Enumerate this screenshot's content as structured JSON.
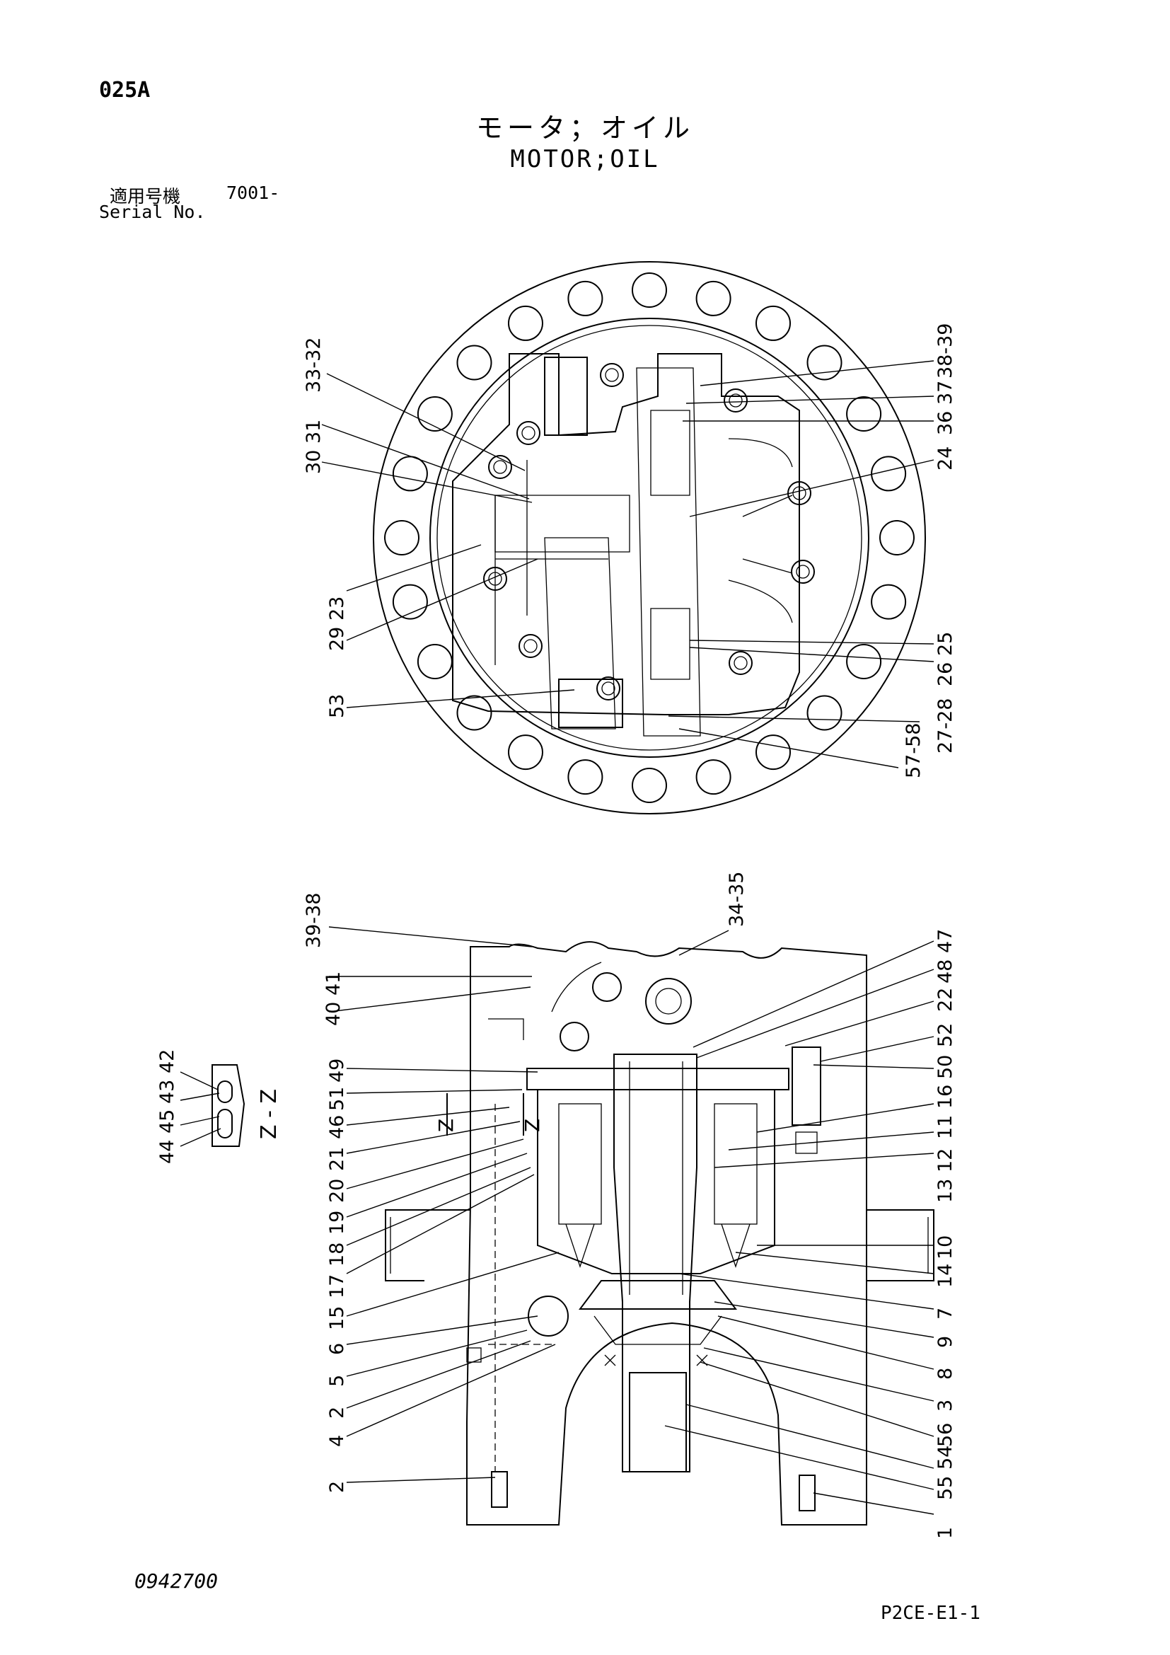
{
  "header": {
    "page_code": "025A",
    "title_ja": "モータ；オイル",
    "title_en": "MOTOR;OIL",
    "serial_label_ja": "適用号機",
    "serial_value": "7001-",
    "serial_label_en": "Serial No."
  },
  "footer": {
    "doc_number": "0942700",
    "ref_code": "P2CE-E1-1"
  },
  "section_view": {
    "label": "Z - Z",
    "cut_marker_left": "Z",
    "cut_marker_right": "Z"
  },
  "top_view_callouts": [
    {
      "id": "c33",
      "text": "33-32"
    },
    {
      "id": "c3031",
      "text": "30 31"
    },
    {
      "id": "c2923",
      "text": "29 23"
    },
    {
      "id": "c53",
      "text": "53"
    },
    {
      "id": "c3839",
      "text": "38-39"
    },
    {
      "id": "c3637",
      "text": "36 37"
    },
    {
      "id": "c24",
      "text": "24"
    },
    {
      "id": "c2625",
      "text": "26 25"
    },
    {
      "id": "c2728",
      "text": "27-28"
    },
    {
      "id": "c5758",
      "text": "57-58"
    }
  ],
  "side_view_left_callouts": [
    {
      "id": "s3938",
      "text": "39-38"
    },
    {
      "id": "s4041",
      "text": "40 41"
    },
    {
      "id": "s49",
      "text": "49"
    },
    {
      "id": "s51",
      "text": "51"
    },
    {
      "id": "s46",
      "text": "46"
    },
    {
      "id": "s21",
      "text": "21"
    },
    {
      "id": "s20",
      "text": "20"
    },
    {
      "id": "s19",
      "text": "19"
    },
    {
      "id": "s18",
      "text": "18"
    },
    {
      "id": "s17",
      "text": "17"
    },
    {
      "id": "s15",
      "text": "15"
    },
    {
      "id": "s6",
      "text": "6"
    },
    {
      "id": "s5",
      "text": "5"
    },
    {
      "id": "s2a",
      "text": "2"
    },
    {
      "id": "s4",
      "text": "4"
    },
    {
      "id": "s2b",
      "text": "2"
    }
  ],
  "side_view_right_callouts": [
    {
      "id": "r3435",
      "text": "34-35"
    },
    {
      "id": "r4847",
      "text": "48 47"
    },
    {
      "id": "r22",
      "text": "22"
    },
    {
      "id": "r52",
      "text": "52"
    },
    {
      "id": "r50",
      "text": "50"
    },
    {
      "id": "r1116",
      "text": "11 16"
    },
    {
      "id": "r1312",
      "text": "13 12"
    },
    {
      "id": "r10",
      "text": "10"
    },
    {
      "id": "r14",
      "text": "14"
    },
    {
      "id": "r7",
      "text": "7"
    },
    {
      "id": "r9",
      "text": "9"
    },
    {
      "id": "r8",
      "text": "8"
    },
    {
      "id": "r3",
      "text": "3"
    },
    {
      "id": "r56",
      "text": "56"
    },
    {
      "id": "r5455",
      "text": "55 54"
    },
    {
      "id": "r1",
      "text": "1"
    }
  ],
  "zz_callouts": [
    {
      "id": "z4243",
      "text": "43 42"
    },
    {
      "id": "z4445",
      "text": "44 45"
    }
  ]
}
